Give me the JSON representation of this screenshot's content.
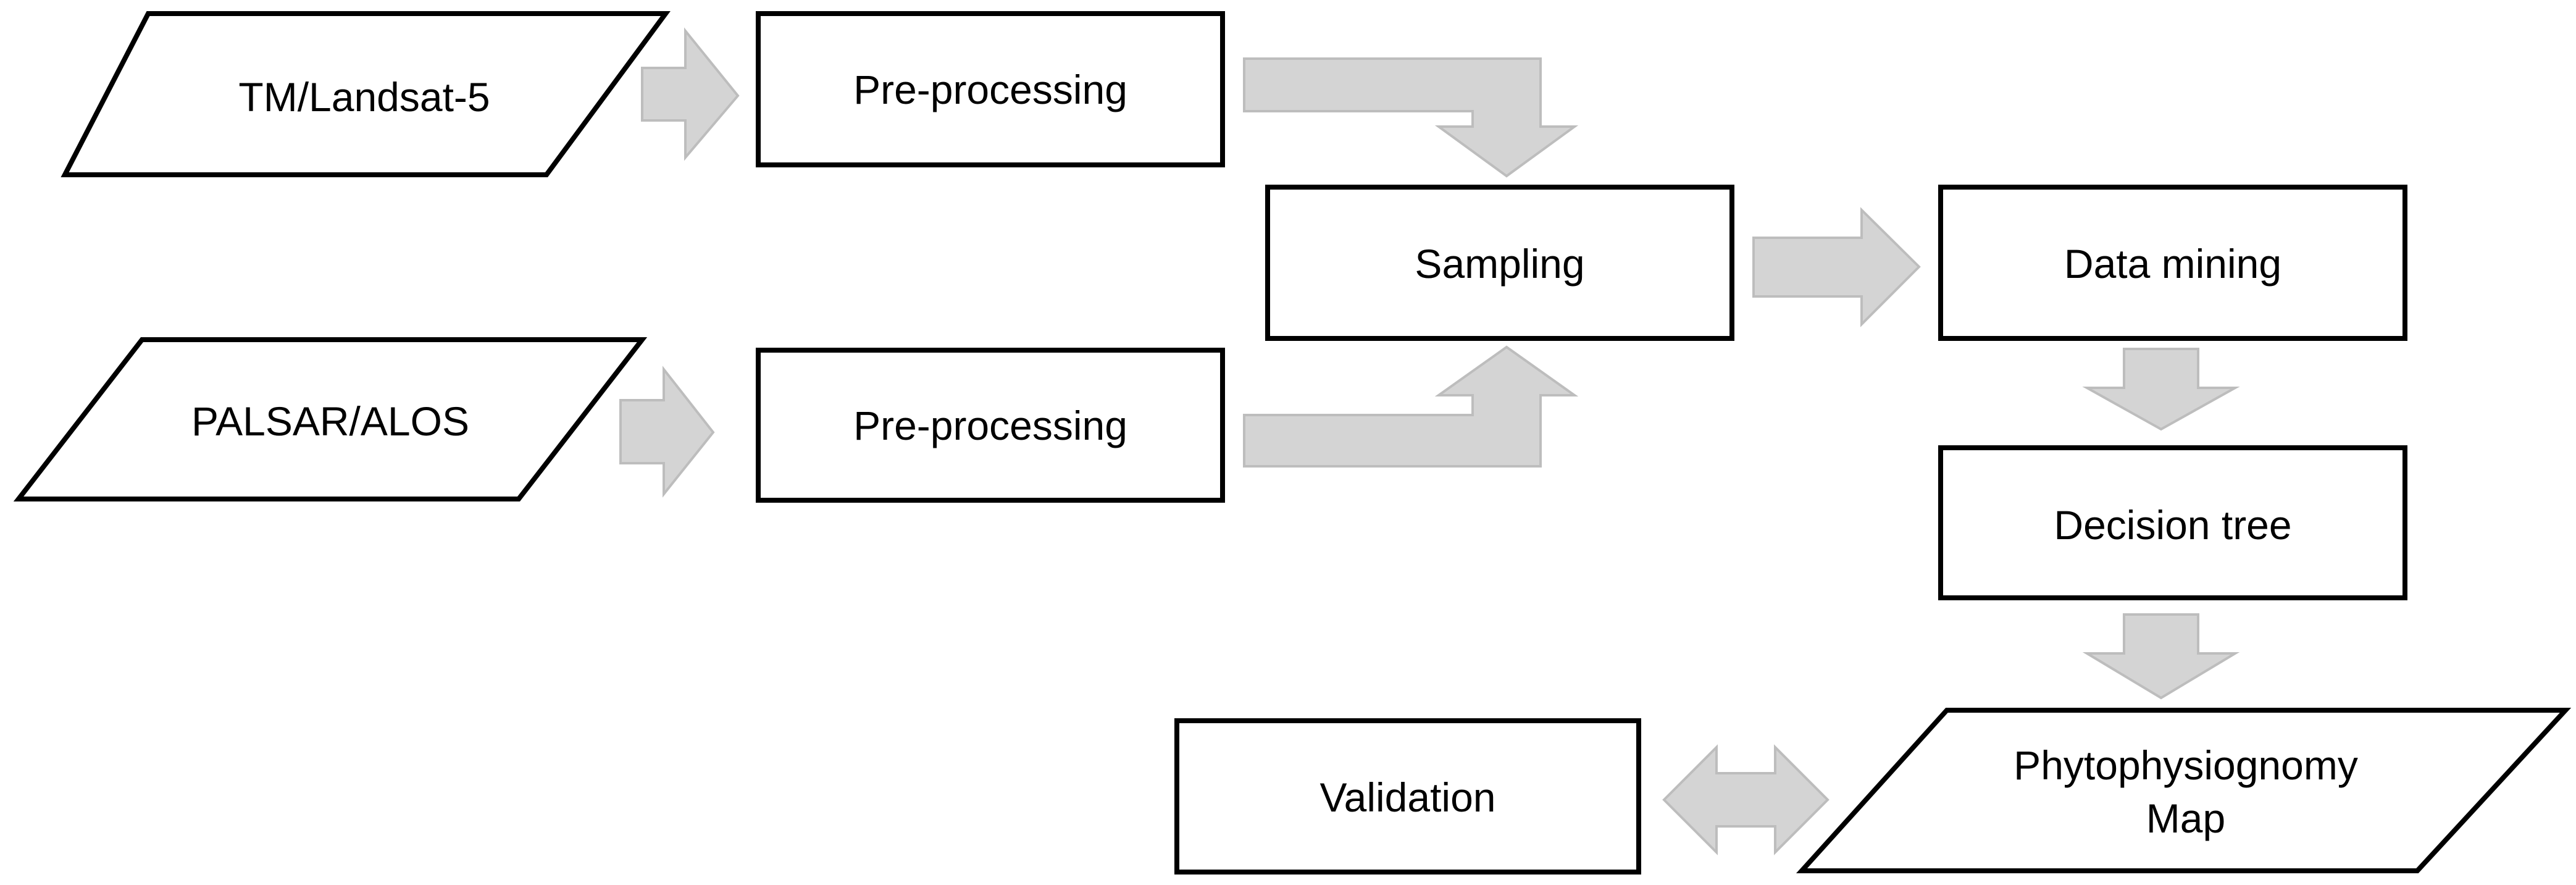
{
  "nodes": {
    "tm_landsat": "TM/Landsat-5",
    "palsar_alos": "PALSAR/ALOS",
    "preprocessing_1": "Pre-processing",
    "preprocessing_2": "Pre-processing",
    "sampling": "Sampling",
    "data_mining": "Data mining",
    "decision_tree": "Decision tree",
    "validation": "Validation",
    "map_line1": "Phytophysiognomy",
    "map_line2": "Map"
  },
  "colors": {
    "arrow_fill": "#d4d4d4",
    "box_stroke": "#000000",
    "background": "#ffffff"
  }
}
